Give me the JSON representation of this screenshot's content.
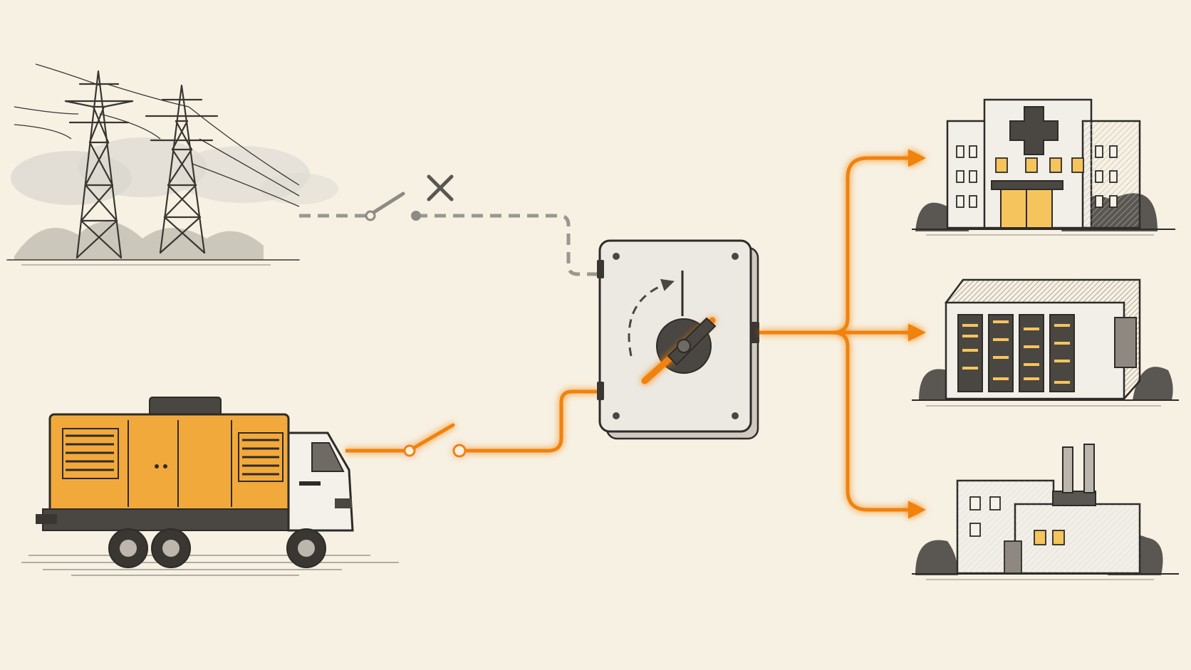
{
  "diagram": {
    "type": "automatic-transfer-switch",
    "nodes": [
      {
        "id": "utility-grid",
        "icon": "power-pylons-icon",
        "state": "disconnected"
      },
      {
        "id": "backup-generator",
        "icon": "generator-truck-icon",
        "state": "supplying"
      },
      {
        "id": "transfer-switch",
        "icon": "transfer-switch-icon",
        "position": "generator"
      },
      {
        "id": "hospital",
        "icon": "hospital-icon"
      },
      {
        "id": "data-center",
        "icon": "data-center-icon"
      },
      {
        "id": "factory",
        "icon": "factory-icon"
      }
    ],
    "edges": [
      {
        "from": "utility-grid",
        "to": "transfer-switch",
        "style": "dashed",
        "status": "open"
      },
      {
        "from": "backup-generator",
        "to": "transfer-switch",
        "style": "solid",
        "status": "closed"
      },
      {
        "from": "transfer-switch",
        "to": "hospital",
        "style": "solid"
      },
      {
        "from": "transfer-switch",
        "to": "data-center",
        "style": "solid"
      },
      {
        "from": "transfer-switch",
        "to": "factory",
        "style": "solid"
      }
    ]
  },
  "colors": {
    "background": "#f7f1e3",
    "ink": "#3a3632",
    "inactive_line": "#9a9790",
    "active_line": "#f0820f",
    "glow": "#ffb35c",
    "generator_body": "#f2a93b",
    "window_light": "#f6c45c"
  }
}
